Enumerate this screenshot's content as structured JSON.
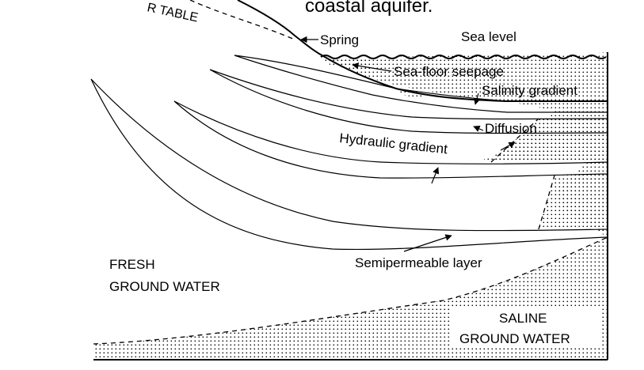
{
  "heading_fragment": "coastal aquifer.",
  "labels": {
    "water_table": "R TABLE",
    "spring": "Spring",
    "sea_level": "Sea level",
    "sea_floor_seepage": "Sea-floor seepage",
    "salinity_gradient": "Salinity gradient",
    "diffusion": "Diffusion",
    "hydraulic_gradient": "Hydraulic gradient",
    "semipermeable_layer": "Semipermeable layer",
    "fresh_line1": "FRESH",
    "fresh_line2": "GROUND WATER",
    "saline_line1": "SALINE",
    "saline_line2": "GROUND WATER"
  }
}
